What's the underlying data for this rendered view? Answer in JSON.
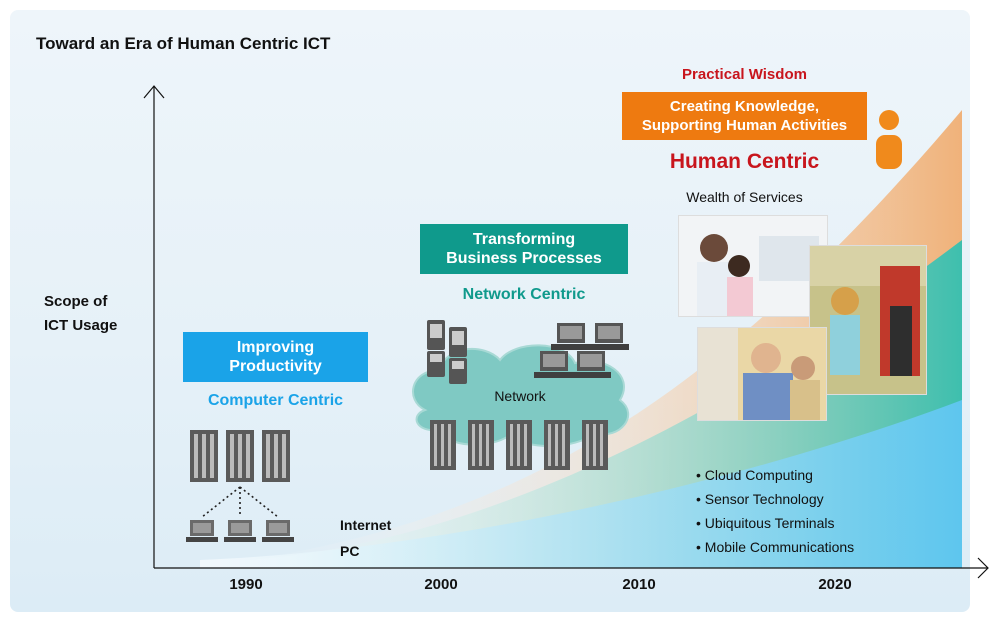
{
  "title": "Toward an Era of Human Centric ICT",
  "y_axis_label_line1": "Scope of",
  "y_axis_label_line2": "ICT Usage",
  "x_ticks": [
    "1990",
    "2000",
    "2010",
    "2020"
  ],
  "eras": {
    "computer": {
      "box_line1": "Improving",
      "box_line2": "Productivity",
      "label": "Computer Centric",
      "color": "#1aa3e8"
    },
    "network": {
      "box_line1": "Transforming",
      "box_line2": "Business Processes",
      "label": "Network Centric",
      "cloud_label": "Network",
      "color": "#0f9a8c"
    },
    "human": {
      "top_label": "Practical Wisdom",
      "box_line1": "Creating Knowledge,",
      "box_line2": "Supporting Human Activities",
      "label": "Human Centric",
      "sub_label": "Wealth of Services",
      "color": "#ee7a10",
      "label_color": "#c8151d"
    }
  },
  "internet_label": "Internet",
  "pc_label": "PC",
  "technologies": [
    "• Cloud Computing",
    "• Sensor Technology",
    "• Ubiquitous Terminals",
    "• Mobile Communications"
  ]
}
